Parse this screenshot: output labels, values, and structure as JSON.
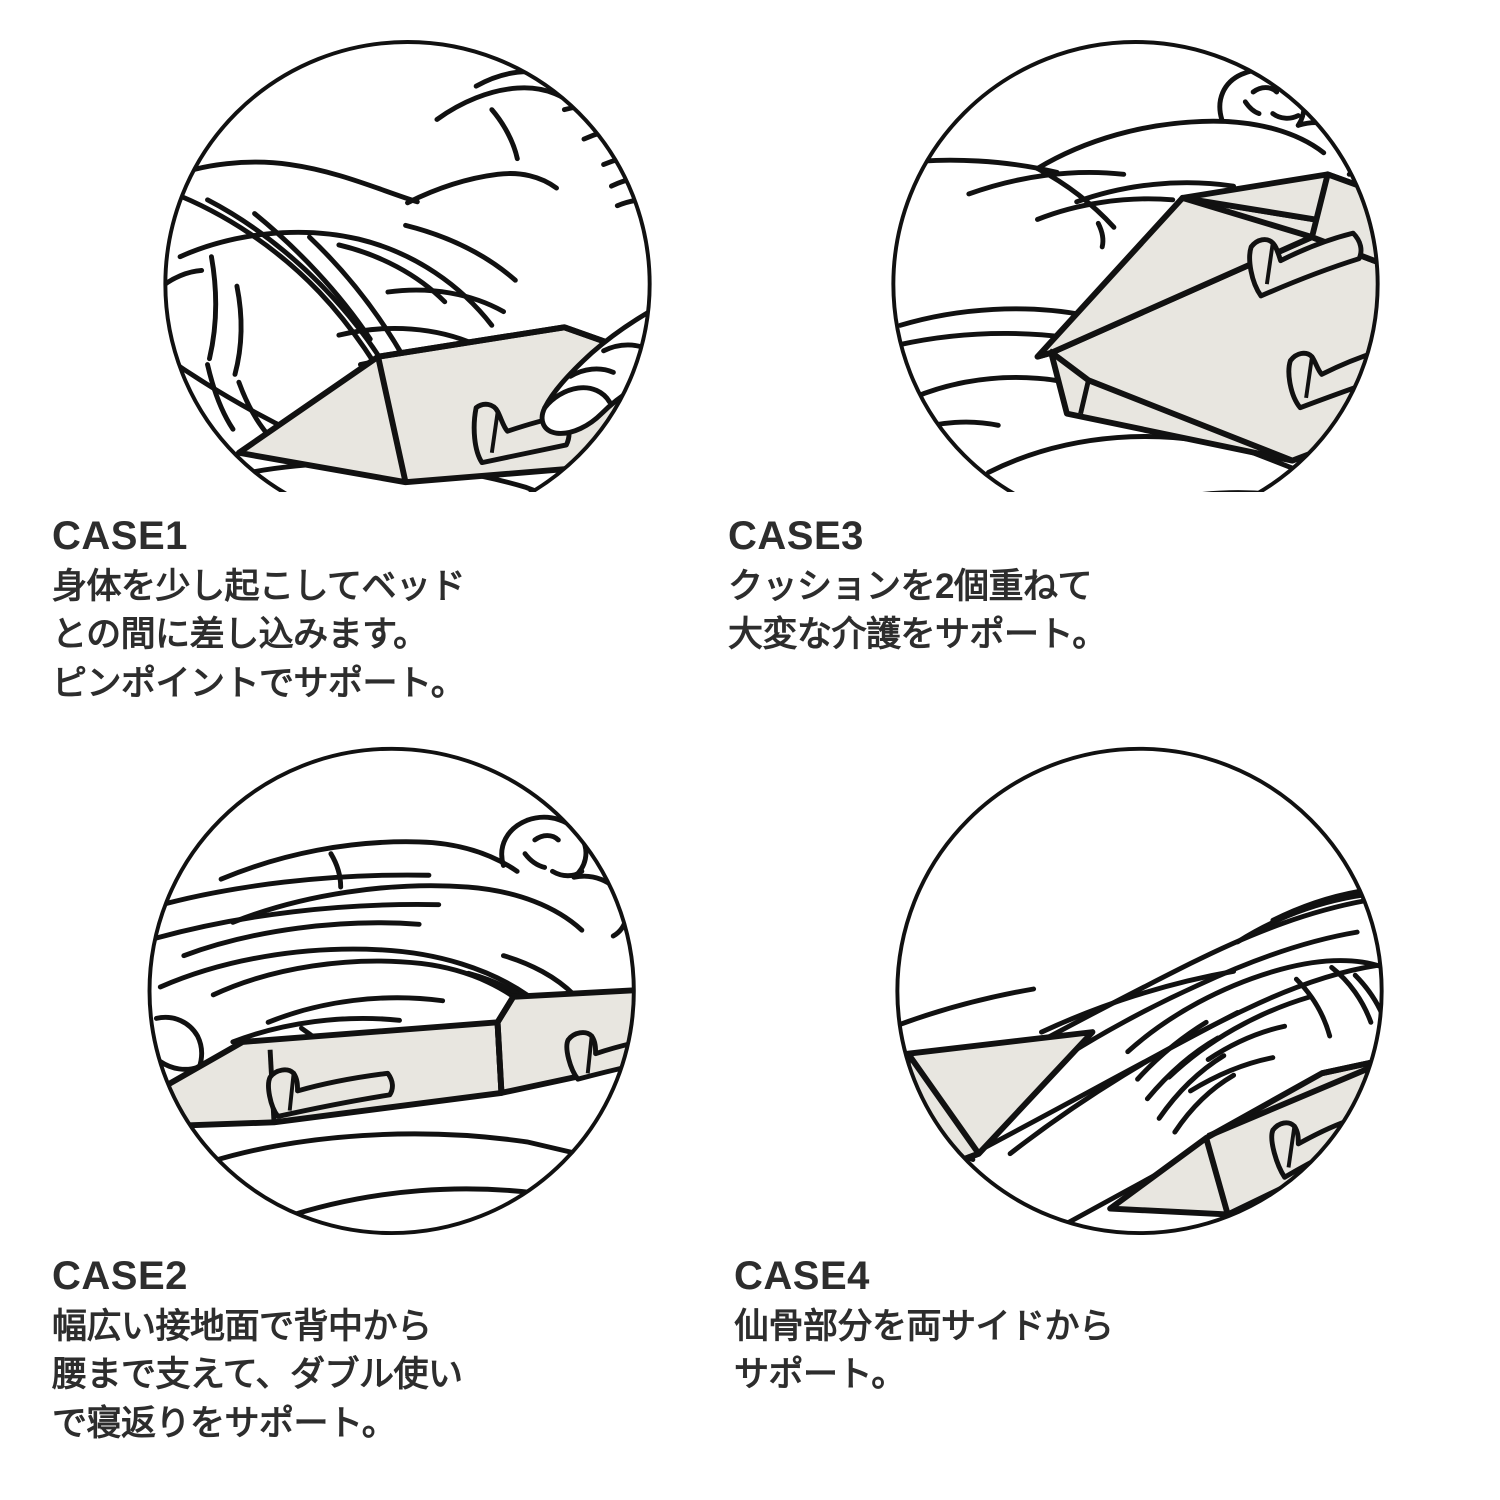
{
  "page": {
    "background_color": "#ffffff",
    "text_color": "#2d2d2d",
    "cushion_fill_color": "#e8e6e0",
    "line_color": "#111111"
  },
  "cases": [
    {
      "id": "case-1",
      "title": "CASE1",
      "description": "身体を少し起こしてベッド\nとの間に差し込みます。\nピンポイントでサポート。",
      "illustration_name": "person-sitting-up-with-hand-inserting-wedge-cushion-under-back"
    },
    {
      "id": "case-2",
      "title": "CASE2",
      "description": "幅広い接地面で背中から\n腰まで支えて、ダブル使い\nで寝返りをサポート。",
      "illustration_name": "person-lying-on-back-supported-by-two-wide-wedge-cushions"
    },
    {
      "id": "case-3",
      "title": "CASE3",
      "description": "クッションを2個重ねて\n大変な介護をサポート。",
      "illustration_name": "two-stacked-wedge-cushions-beside-lying-person"
    },
    {
      "id": "case-4",
      "title": "CASE4",
      "description": "仙骨部分を両サイドから\nサポート。",
      "illustration_name": "two-wedge-cushions-supporting-sacrum-from-both-sides"
    }
  ]
}
